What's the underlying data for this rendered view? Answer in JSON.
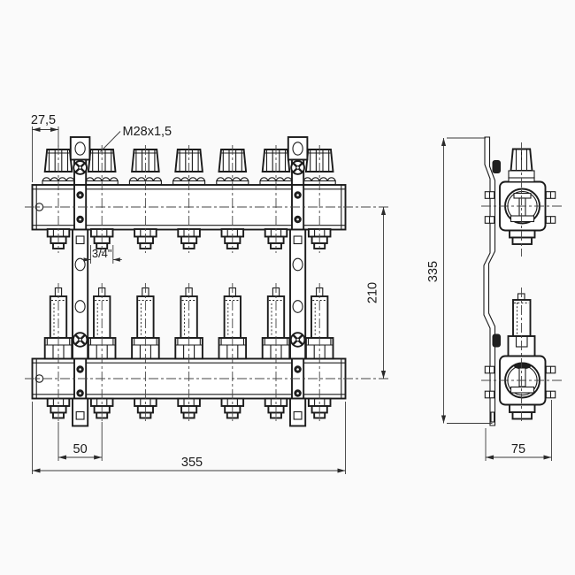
{
  "drawing": {
    "type": "manifold technical drawing, front and side views",
    "circuits_visible": 7,
    "dims": {
      "offset_first_outlet": "27,5",
      "valve_thread": "M28x1,5",
      "outlet_thread": "3/4\"",
      "manifold_axis_distance": "210",
      "outlet_spacing": "50",
      "overall_width": "355",
      "overall_height": "335",
      "overall_depth": "75"
    }
  }
}
